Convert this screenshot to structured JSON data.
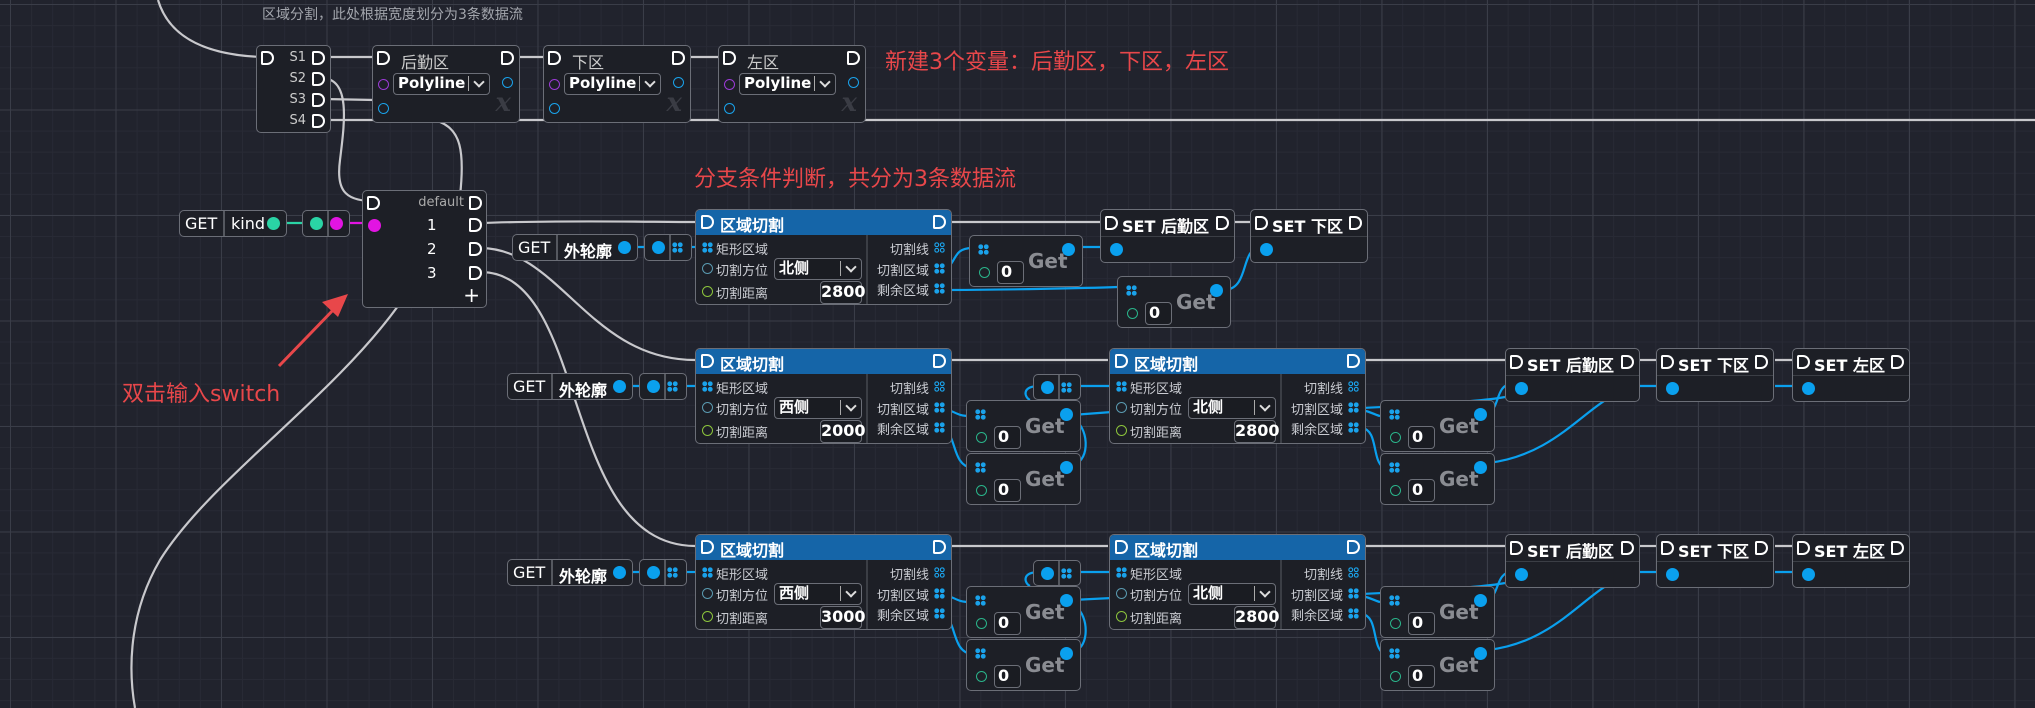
{
  "notes": {
    "top_comment": "区域分割，此处根据宽度划分为3条数据流",
    "new_vars": "新建3个变量：后勤区，下区，左区",
    "branch": "分支条件判断，共分为3条数据流",
    "switch_hint": "双击输入switch"
  },
  "sequence_node": {
    "outputs": [
      "S1",
      "S2",
      "S3",
      "S4"
    ]
  },
  "variables": [
    {
      "name": "后勤区",
      "type": "Polyline"
    },
    {
      "name": "下区",
      "type": "Polyline"
    },
    {
      "name": "左区",
      "type": "Polyline"
    }
  ],
  "get_kind": {
    "get": "GET",
    "name": "kind"
  },
  "switch_node": {
    "default": "default",
    "cases": [
      "1",
      "2",
      "3"
    ],
    "add": "+"
  },
  "get_outline": {
    "get": "GET",
    "name": "外轮廓"
  },
  "split_node": {
    "title": "区域切割",
    "in_rect": "矩形区域",
    "in_dir": "切割方位",
    "in_dist": "切割距离",
    "out_line": "切割线",
    "out_cut": "切割区域",
    "out_rest": "剩余区域"
  },
  "rows": [
    {
      "splits": [
        {
          "direction": "北侧",
          "distance": "2800"
        }
      ],
      "sets": [
        "SET 后勤区",
        "SET 下区"
      ]
    },
    {
      "splits": [
        {
          "direction": "西侧",
          "distance": "2000"
        },
        {
          "direction": "北侧",
          "distance": "2800"
        }
      ],
      "sets": [
        "SET 后勤区",
        "SET 下区",
        "SET 左区"
      ]
    },
    {
      "splits": [
        {
          "direction": "西侧",
          "distance": "3000"
        },
        {
          "direction": "北侧",
          "distance": "2800"
        }
      ],
      "sets": [
        "SET 后勤区",
        "SET 下区",
        "SET 左区"
      ]
    }
  ],
  "get_array": {
    "label": "Get",
    "index": "0"
  },
  "colors": {
    "exec_wire": "#c8c8cc",
    "data_wire": "#0aa0ee",
    "int_wire": "#2ad4a5",
    "enum_wire": "#e214e2",
    "header": "#1565a8",
    "annotation": "#e8474a"
  }
}
